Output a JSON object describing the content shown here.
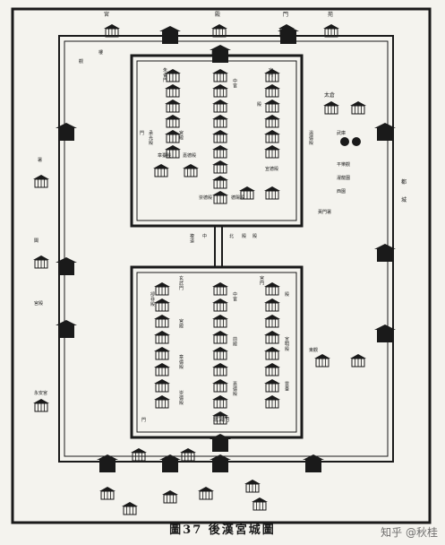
{
  "caption": {
    "figure_no": "圖37",
    "title": "後漢宮城圖"
  },
  "watermark": "知乎 @秋桂",
  "north_palace": {
    "labels": [
      "朱雀門",
      "南宮門",
      "宮門",
      "中官",
      "殿",
      "宮殿",
      "承光殿",
      "章臺殿",
      "嘉德殿",
      "崇德殿",
      "德陽殿",
      "宣德殿",
      "溫德殿",
      "黃門署",
      "門"
    ]
  },
  "south_palace": {
    "labels": [
      "玄武門",
      "北宮門",
      "宮門",
      "中官",
      "殿",
      "宮殿",
      "卻非殿",
      "章德殿",
      "前殿",
      "宣明殿",
      "崇德殿",
      "嘉德殿",
      "雲臺",
      "門"
    ]
  },
  "connector_labels": [
    "複道",
    "中",
    "北",
    "殿",
    "殿"
  ],
  "outside_labels": [
    "宮",
    "殿",
    "門",
    "苑",
    "觀",
    "樓",
    "署",
    "閣",
    "宮殿",
    "永安宮",
    "太倉",
    "武庫",
    "平樂觀",
    "濯龍園",
    "西園",
    "東觀",
    "都",
    "城"
  ],
  "colors": {
    "ink": "#1a1a1a",
    "paper": "#f4f3ee"
  }
}
